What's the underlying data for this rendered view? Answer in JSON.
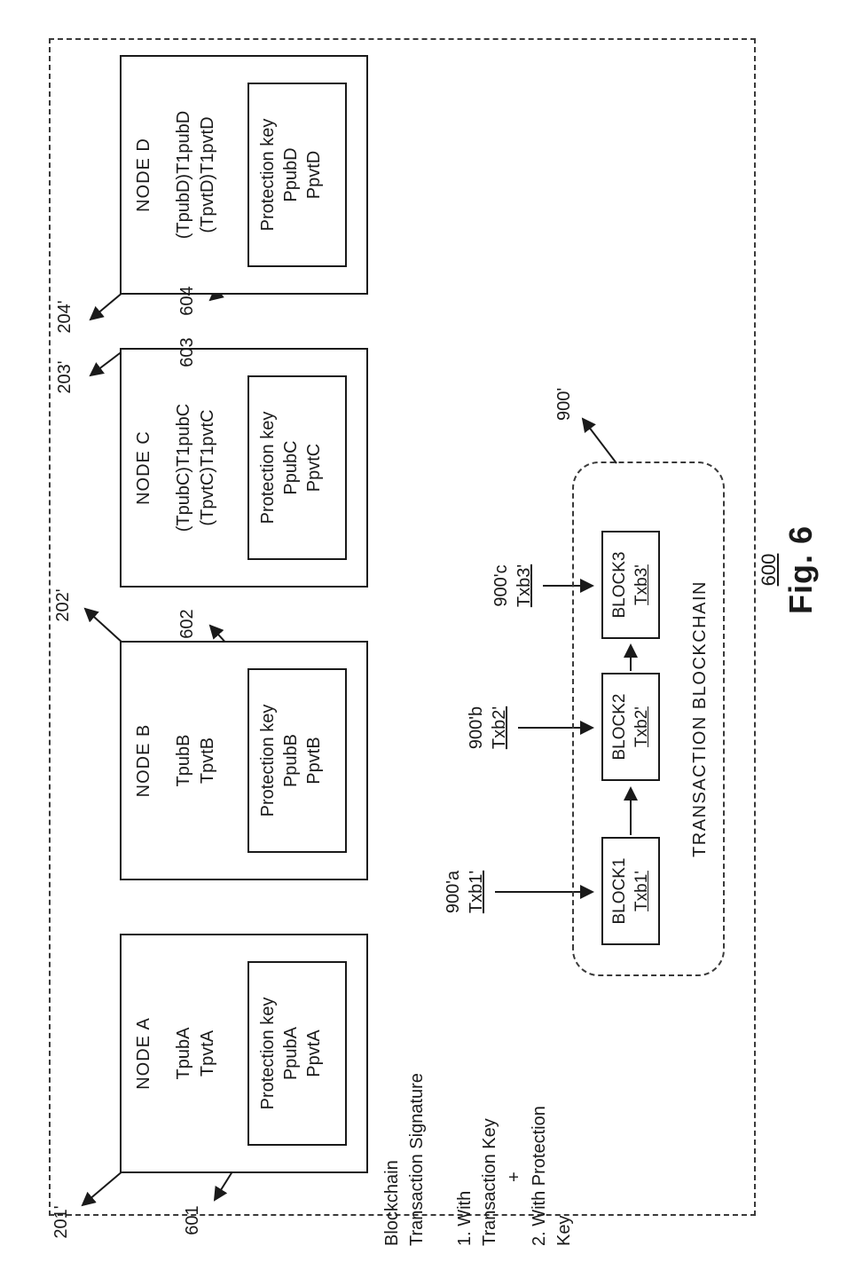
{
  "figure": {
    "fig_label": "Fig. 6",
    "fig_number": "600"
  },
  "nodes": [
    {
      "title": "NODE A",
      "ref": "201'",
      "key_lines": [
        "TpubA",
        "TpvtA"
      ],
      "protection": {
        "ref": "601",
        "label": "Protection key",
        "lines": [
          "PpubA",
          "PpvtA"
        ]
      }
    },
    {
      "title": "NODE B",
      "ref": "202'",
      "key_lines": [
        "TpubB",
        "TpvtB"
      ],
      "protection": {
        "ref": "602",
        "label": "Protection key",
        "lines": [
          "PpubB",
          "PpvtB"
        ]
      }
    },
    {
      "title": "NODE C",
      "ref": "203'",
      "key_lines": [
        "(TpubC)T1pubC",
        "(TpvtC)T1pvtC"
      ],
      "protection": {
        "ref": "603",
        "label": "Protection key",
        "lines": [
          "PpubC",
          "PpvtC"
        ]
      }
    },
    {
      "title": "NODE D",
      "ref": "204'",
      "key_lines": [
        "(TpubD)T1pubD",
        "(TpvtD)T1pvtD"
      ],
      "protection": {
        "ref": "604",
        "label": "Protection key",
        "lines": [
          "PpubD",
          "PpvtD"
        ]
      }
    }
  ],
  "blockchain": {
    "label": "TRANSACTION BLOCKCHAIN",
    "ref": "900'",
    "blocks": [
      {
        "name": "BLOCK1",
        "tx": "Txb1'",
        "input_ref": "900'a",
        "input_tx": "Txb1'"
      },
      {
        "name": "BLOCK2",
        "tx": "Txb2'",
        "input_ref": "900'b",
        "input_tx": "Txb2'"
      },
      {
        "name": "BLOCK3",
        "tx": "Txb3'",
        "input_ref": "900'c",
        "input_tx": "Txb3'"
      }
    ]
  },
  "legend": {
    "title_line1": "Blockchain",
    "title_line2": "Transaction Signature",
    "item1_line1": "1. With",
    "item1_line2": "Transaction Key",
    "plus": "+",
    "item2_line1": "2. With Protection",
    "item2_line2": "Key"
  }
}
